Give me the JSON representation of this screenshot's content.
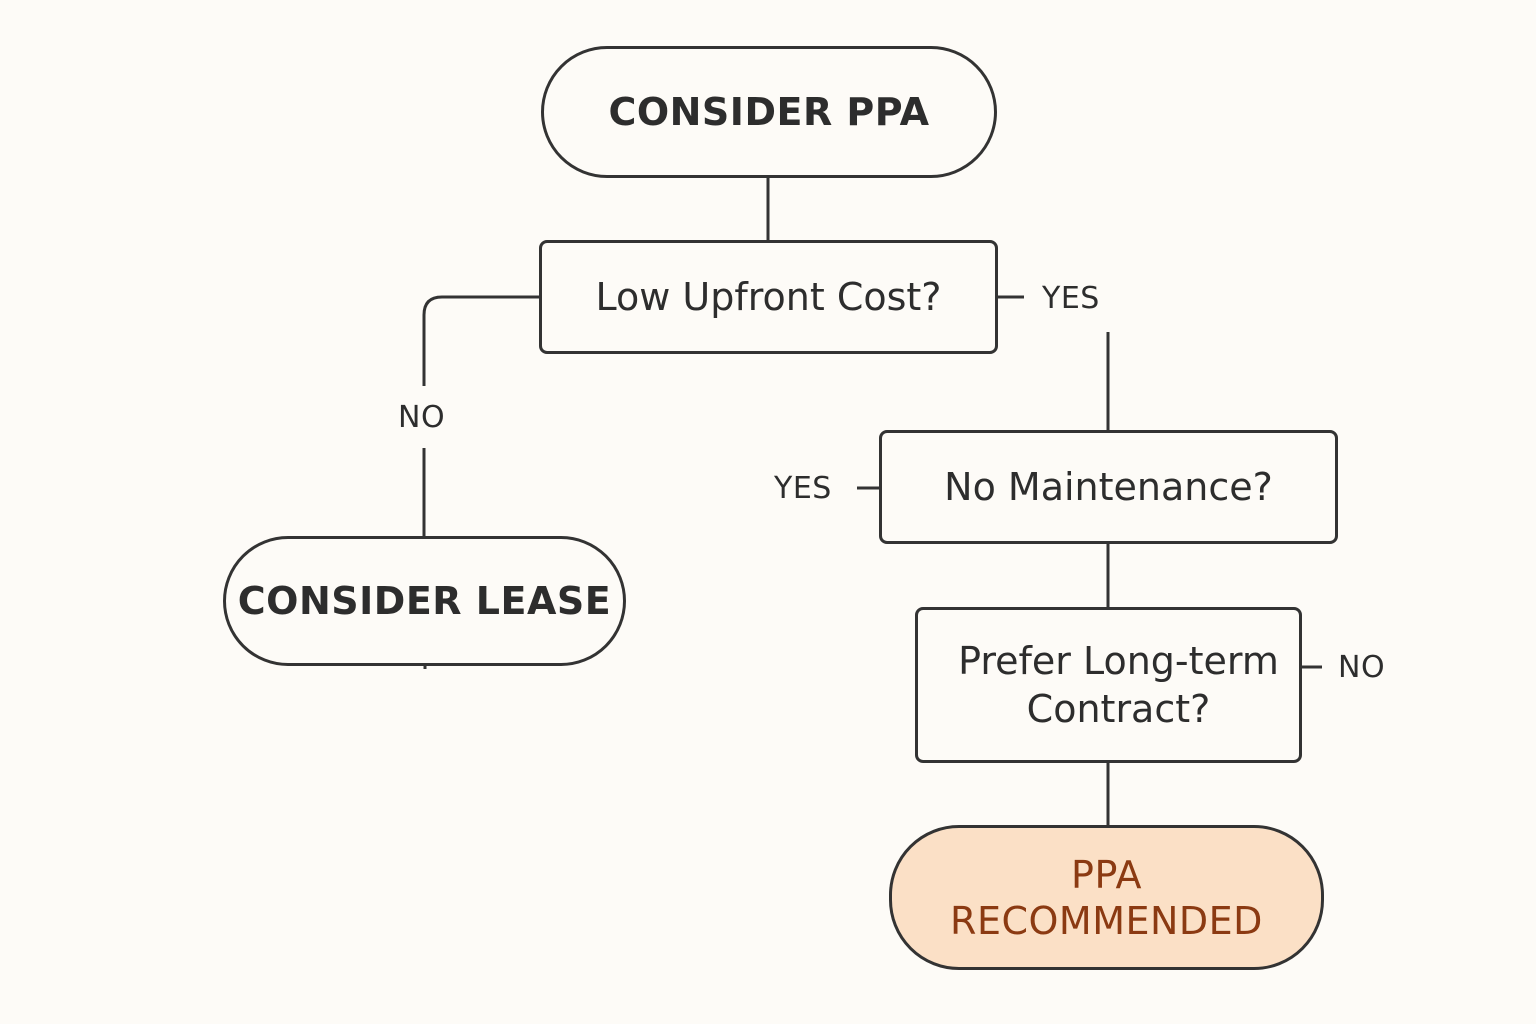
{
  "flowchart": {
    "start": {
      "label": "CONSIDER PPA"
    },
    "decisions": [
      {
        "id": "low_upfront",
        "label": "Low Upfront Cost?"
      },
      {
        "id": "no_maintenance",
        "label": "No Maintenance?"
      },
      {
        "id": "long_term",
        "label_line1": "Prefer Long-term",
        "label_line2": "Contract?"
      }
    ],
    "outcomes": {
      "lease": {
        "label": "CONSIDER LEASE"
      },
      "ppa": {
        "label_line1": "PPA",
        "label_line2": "RECOMMENDED"
      }
    },
    "edge_labels": {
      "low_upfront_yes": "YES",
      "low_upfront_no": "NO",
      "no_maintenance_yes": "YES",
      "long_term_no": "NO"
    },
    "colors": {
      "background": "#fdfbf7",
      "stroke": "#333333",
      "text": "#2d2d2d",
      "recommended_fill": "#fbe0c6",
      "recommended_text": "#8b3a12"
    }
  }
}
